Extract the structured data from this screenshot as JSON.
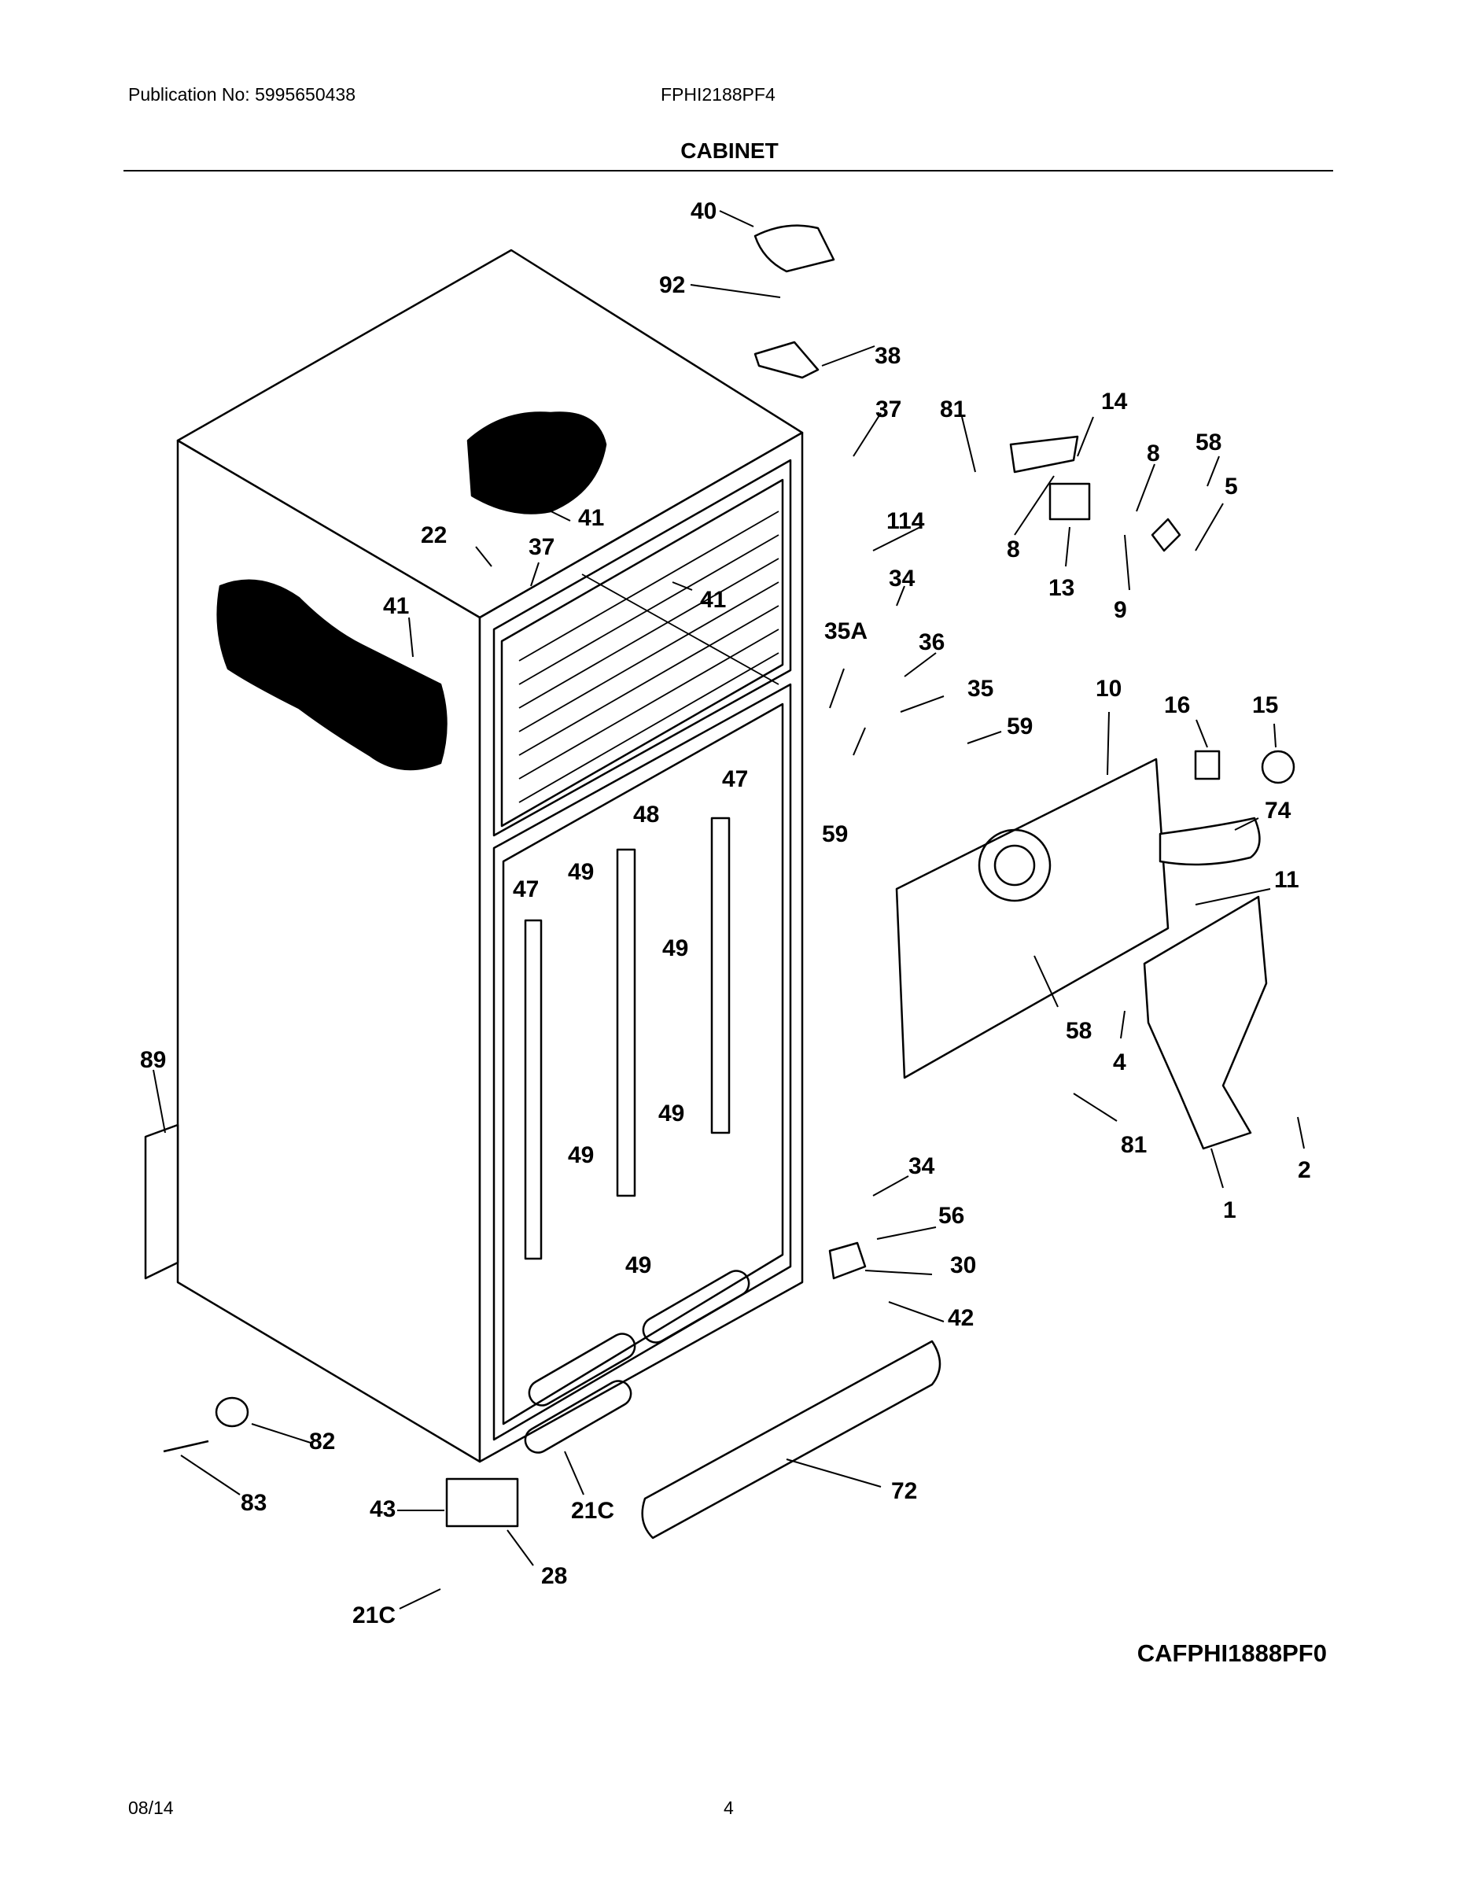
{
  "header": {
    "publication": "Publication No: 5995650438",
    "model": "FPHI2188PF4",
    "section_title": "CABINET"
  },
  "diagram_code": "CAFPHI1888PF0",
  "footer": {
    "date": "08/14",
    "page": "4"
  },
  "callouts": [
    {
      "id": "c40",
      "label": "40"
    },
    {
      "id": "c92",
      "label": "92"
    },
    {
      "id": "c38",
      "label": "38"
    },
    {
      "id": "c37a",
      "label": "37"
    },
    {
      "id": "c81a",
      "label": "81"
    },
    {
      "id": "c14",
      "label": "14"
    },
    {
      "id": "c8a",
      "label": "8"
    },
    {
      "id": "c58a",
      "label": "58"
    },
    {
      "id": "c5",
      "label": "5"
    },
    {
      "id": "c8b",
      "label": "8"
    },
    {
      "id": "c13",
      "label": "13"
    },
    {
      "id": "c9",
      "label": "9"
    },
    {
      "id": "c41a",
      "label": "41"
    },
    {
      "id": "c22",
      "label": "22"
    },
    {
      "id": "c37b",
      "label": "37"
    },
    {
      "id": "c114",
      "label": "114"
    },
    {
      "id": "c41b",
      "label": "41"
    },
    {
      "id": "c41c",
      "label": "41"
    },
    {
      "id": "c34a",
      "label": "34"
    },
    {
      "id": "c35a",
      "label": "35A"
    },
    {
      "id": "c36",
      "label": "36"
    },
    {
      "id": "c35",
      "label": "35"
    },
    {
      "id": "c59a",
      "label": "59"
    },
    {
      "id": "c10",
      "label": "10"
    },
    {
      "id": "c16",
      "label": "16"
    },
    {
      "id": "c15",
      "label": "15"
    },
    {
      "id": "c59b",
      "label": "59"
    },
    {
      "id": "c74",
      "label": "74"
    },
    {
      "id": "c47a",
      "label": "47"
    },
    {
      "id": "c48",
      "label": "48"
    },
    {
      "id": "c47b",
      "label": "47"
    },
    {
      "id": "c49a",
      "label": "49"
    },
    {
      "id": "c49b",
      "label": "49"
    },
    {
      "id": "c11",
      "label": "11"
    },
    {
      "id": "c58b",
      "label": "58"
    },
    {
      "id": "c4",
      "label": "4"
    },
    {
      "id": "c89",
      "label": "89"
    },
    {
      "id": "c49c",
      "label": "49"
    },
    {
      "id": "c49d",
      "label": "49"
    },
    {
      "id": "c81b",
      "label": "81"
    },
    {
      "id": "c2",
      "label": "2"
    },
    {
      "id": "c1",
      "label": "1"
    },
    {
      "id": "c34b",
      "label": "34"
    },
    {
      "id": "c56",
      "label": "56"
    },
    {
      "id": "c49e",
      "label": "49"
    },
    {
      "id": "c30",
      "label": "30"
    },
    {
      "id": "c42",
      "label": "42"
    },
    {
      "id": "c82",
      "label": "82"
    },
    {
      "id": "c83",
      "label": "83"
    },
    {
      "id": "c43",
      "label": "43"
    },
    {
      "id": "c21c_a",
      "label": "21C"
    },
    {
      "id": "c72",
      "label": "72"
    },
    {
      "id": "c28",
      "label": "28"
    },
    {
      "id": "c21c_b",
      "label": "21C"
    }
  ]
}
